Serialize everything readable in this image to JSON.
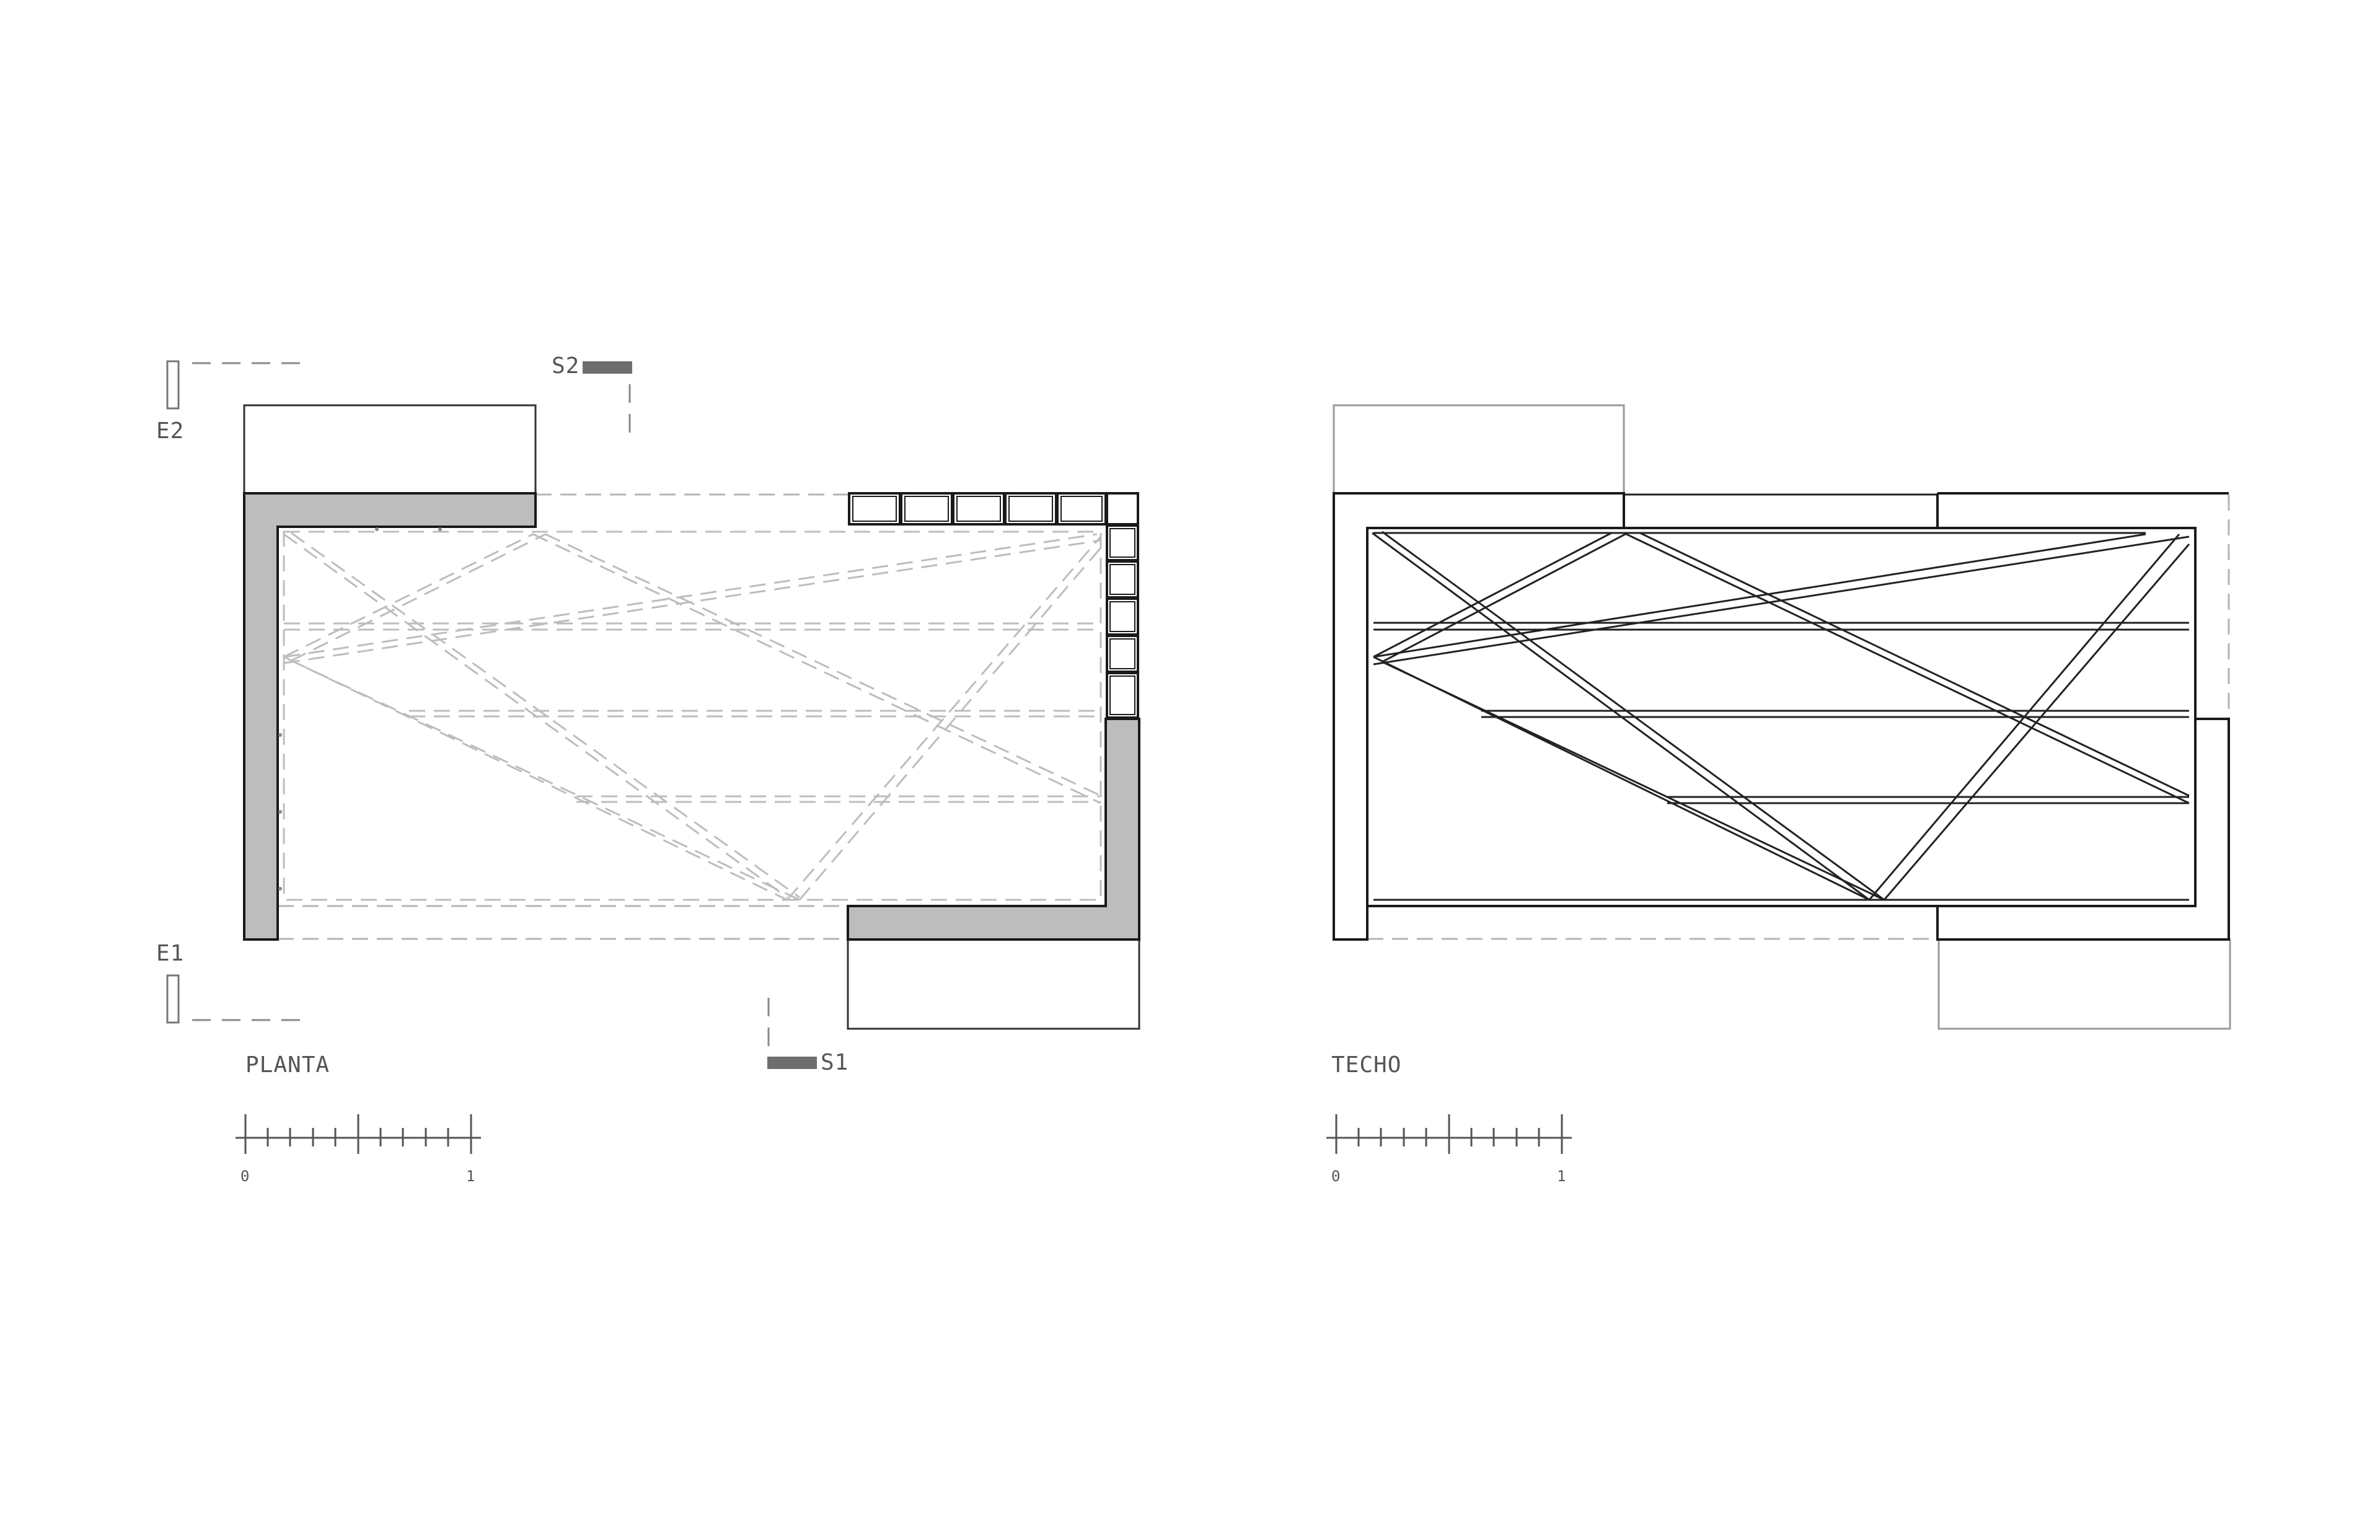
{
  "plans": {
    "floor_plan": {
      "title": "PLANTA"
    },
    "roof_plan": {
      "title": "TECHO"
    }
  },
  "section_markers": {
    "e2": "E2",
    "e1": "E1",
    "s2": "S2",
    "s1": "S1"
  },
  "scale_bar": {
    "start_label": "0",
    "end_label": "1",
    "divisions": 10
  },
  "colors": {
    "wall_fill": "#bdbdbd",
    "line": "#1a1a1a",
    "dashed": "#b5b5b5",
    "section_marker": "#6e6e6e"
  }
}
